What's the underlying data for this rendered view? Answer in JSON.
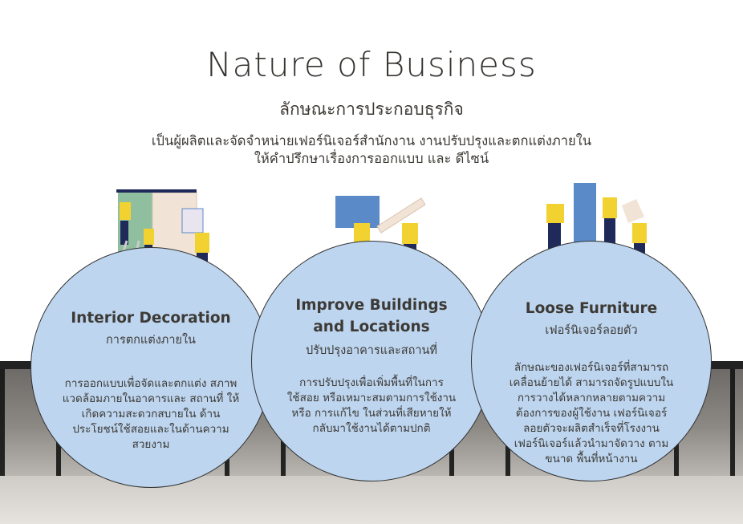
{
  "header": {
    "title": "Nature of Business",
    "subtitle": "ลักษณะการประกอบธุรกิจ",
    "description_line1": "เป็นผู้ผลิตและจัดจำหน่ายเฟอร์นิเจอร์สำนักงาน งานปรับปรุงและตกแต่งภายใน",
    "description_line2": "ให้คำปรึกษาเรื่องการออกแบบ และ ดีไซน์"
  },
  "cards": [
    {
      "title": "Interior Decoration",
      "subtitle": "การตกแต่งภายใน",
      "body": "การออกแบบเพื่อจัดและตกแต่ง สภาพแวดล้อมภายในอาคารและ สถานที่ ให้เกิดความสะดวกสบายใน ด้านประโยชน์ใช้สอยและในด้านความ สวยงาม"
    },
    {
      "title": "Improve Buildings and Locations",
      "subtitle": "ปรับปรุงอาคารและสถานที่",
      "body": "การปรับปรุงเพื่อเพิ่มพื้นที่ในการ ใช้สอย หรือเหมาะสมตามการใช้งาน หรือ การแก้ไข ในส่วนที่เสียหายให้ กลับมาใช้งานได้ตามปกติ"
    },
    {
      "title": "Loose Furniture",
      "subtitle": "เฟอร์นิเจอร์ลอยตัว",
      "body": "ลักษณะของเฟอร์นิเจอร์ที่สามารถ เคลื่อนย้ายได้ สามารถจัดรูปแบบใน การวางได้หลากหลายตามความ ต้องการของผู้ใช้งาน เฟอร์นิเจอร์ ลอยตัวจะผลิตสำเร็จที่โรงงาน เฟอร์นิเจอร์แล้วนำมาจัดวาง ตาม ขนาด พื้นที่หน้างาน"
    }
  ],
  "colors": {
    "circle": "#bdd5ef",
    "worker_shirt": "#f2d230",
    "worker_pants": "#1f2a5a",
    "accent_blue": "#5a8bc8"
  }
}
